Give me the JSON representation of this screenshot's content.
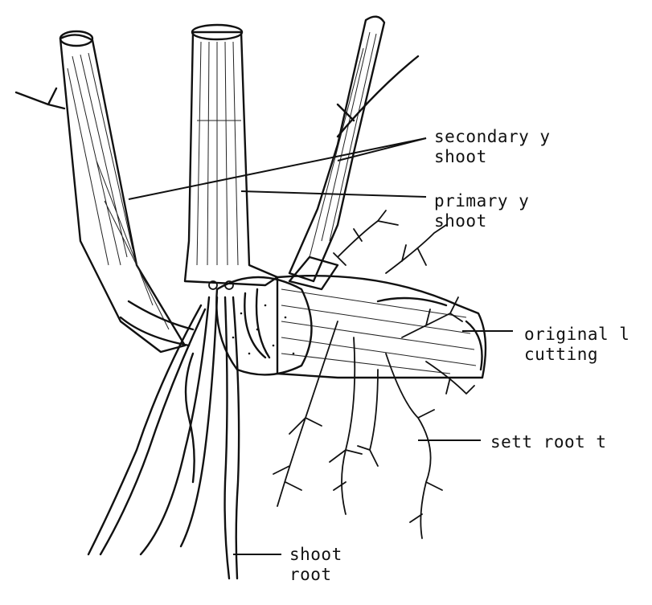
{
  "labels": {
    "secondary_shoot": [
      "secondary y",
      "shoot"
    ],
    "primary_shoot": [
      "primary y",
      "shoot"
    ],
    "original_cutting": [
      "original l",
      "cutting"
    ],
    "sett_root": "sett root t",
    "shoot_root": [
      "shoot",
      "root"
    ]
  },
  "colors": {
    "ink": "#111111",
    "paper": "#ffffff"
  }
}
